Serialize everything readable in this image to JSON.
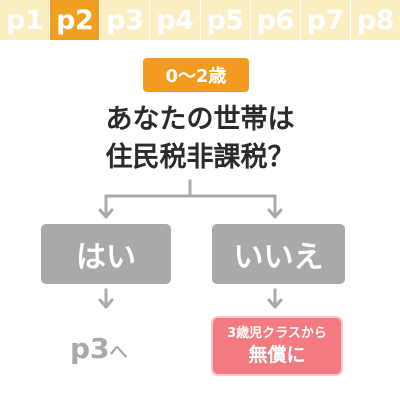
{
  "tabs": [
    {
      "label": "p1",
      "active": false
    },
    {
      "label": "p2",
      "active": true
    },
    {
      "label": "p3",
      "active": false
    },
    {
      "label": "p4",
      "active": false
    },
    {
      "label": "p5",
      "active": false
    },
    {
      "label": "p6",
      "active": false
    },
    {
      "label": "p7",
      "active": false
    },
    {
      "label": "p8",
      "active": false
    }
  ],
  "badge": {
    "label": "0〜2歳"
  },
  "question": {
    "line1": "あなたの世帯は",
    "line2": "住民税非課税？"
  },
  "answers": {
    "yes": "はい",
    "no": "いいえ"
  },
  "results": {
    "yes_main": "p3",
    "yes_suffix": "へ",
    "no_line1": "3歳児クラスから",
    "no_line2": "無償に"
  },
  "colors": {
    "tabbar": "#fbeec3",
    "tab_active": "#f0a020",
    "badge": "#f29b1e",
    "answer": "#a9a9a9",
    "free": "#f27a80",
    "text": "#2b2b2b"
  }
}
